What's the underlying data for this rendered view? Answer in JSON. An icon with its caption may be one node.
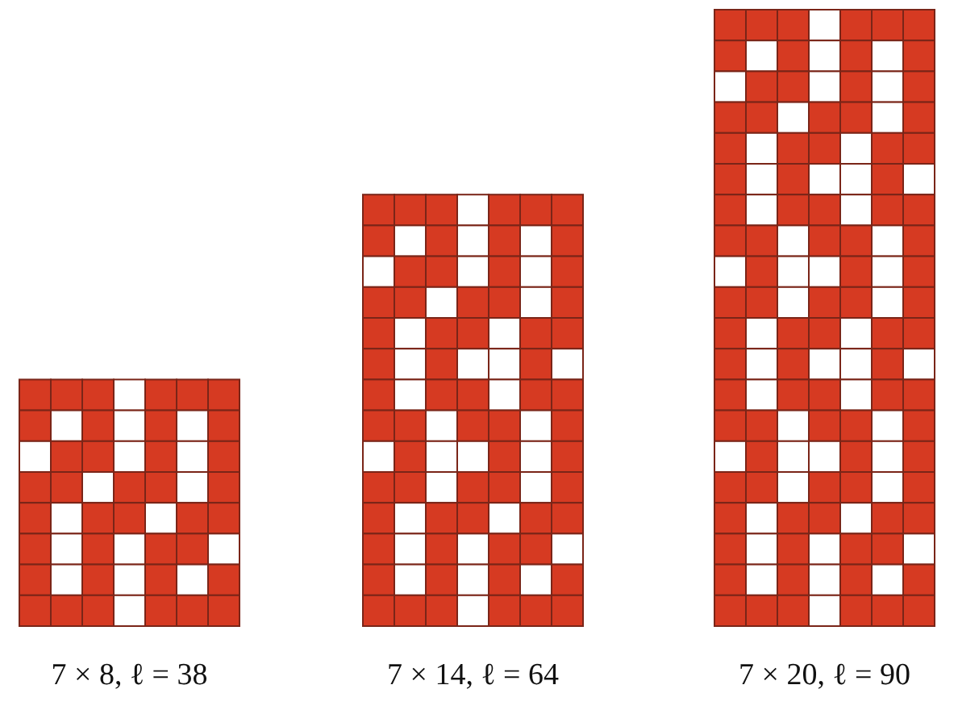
{
  "diagram": {
    "labels": [
      "7 × 8, ℓ = 38",
      "7 × 14, ℓ = 64",
      "7 × 20, ℓ = 90"
    ]
  }
}
